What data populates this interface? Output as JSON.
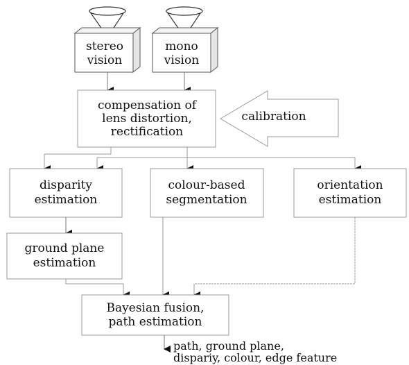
{
  "diagram": {
    "stereo_camera": {
      "line1": "stereo",
      "line2": "vision"
    },
    "mono_camera": {
      "line1": "mono",
      "line2": "vision"
    },
    "compensation": {
      "line1": "compensation of",
      "line2": "lens distortion,",
      "line3": "rectification"
    },
    "calibration": {
      "label": "calibration"
    },
    "disparity": {
      "line1": "disparity",
      "line2": "estimation"
    },
    "colour_segmentation": {
      "line1": "colour-based",
      "line2": "segmentation"
    },
    "orientation": {
      "line1": "orientation",
      "line2": "estimation"
    },
    "ground_plane": {
      "line1": "ground plane",
      "line2": "estimation"
    },
    "fusion": {
      "line1": "Bayesian fusion,",
      "line2": "path estimation"
    },
    "output": {
      "line1": "path, ground plane,",
      "line2": "dispariy, colour, edge feature"
    }
  }
}
